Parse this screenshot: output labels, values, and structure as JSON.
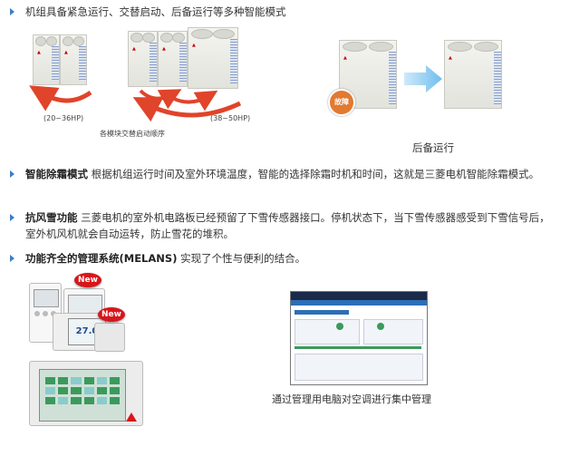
{
  "intro": "机组具备紧急运行、交替启动、后备运行等多种智能模式",
  "left_diagram": {
    "label_small": "(20~36HP)",
    "label_large": "(38~50HP)",
    "caption": "各模块交替启动顺序"
  },
  "right_diagram": {
    "badge": "故障",
    "caption": "后备运行"
  },
  "items": [
    {
      "title": "智能除霜模式",
      "text": " 根据机组运行时间及室外环境温度，智能的选择除霜时机和时间，这就是三菱电机智能除霜模式。"
    },
    {
      "title": "抗风雪功能",
      "text": " 三菱电机的室外机电路板已经预留了下雪传感器接口。停机状态下，当下雪传感器感受到下雪信号后，室外机风机就会自动运转，防止雪花的堆积。"
    },
    {
      "title": "功能齐全的管理系统(MELANS)",
      "text": " 实现了个性与便利的结合。"
    }
  ],
  "controllers": {
    "new_badge": "New",
    "display_temp": "27.0"
  },
  "screen": {
    "caption": "通过管理用电脑对空调进行集中管理"
  },
  "colors": {
    "bullet": "#3c7fc5",
    "arrow_red": "#e0442a",
    "arrow_blue": "#7dc3ee",
    "badge_red": "#d8161b"
  }
}
